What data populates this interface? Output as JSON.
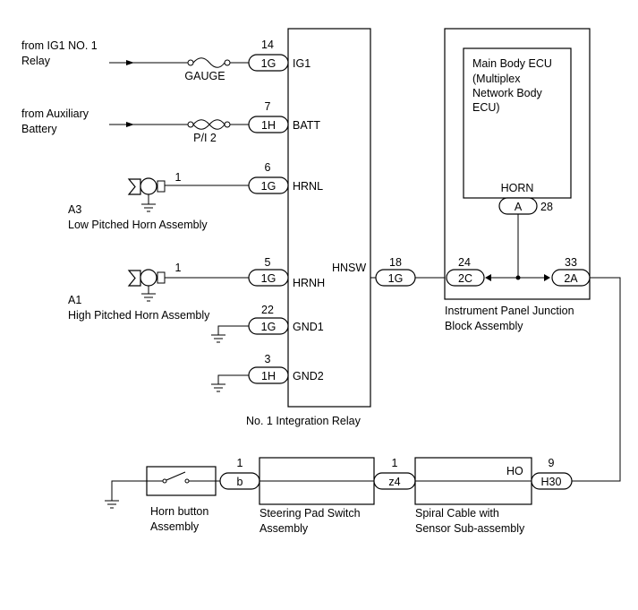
{
  "sources": {
    "ig1": [
      "from IG1 NO. 1",
      "Relay"
    ],
    "battery": [
      "from Auxiliary",
      "Battery"
    ]
  },
  "fuses": {
    "gauge": "GAUGE",
    "pi2": "P/I 2"
  },
  "relay": {
    "name": "No. 1 Integration Relay",
    "terminals": [
      {
        "pin": "14",
        "conn": "1G",
        "label": "IG1"
      },
      {
        "pin": "7",
        "conn": "1H",
        "label": "BATT"
      },
      {
        "pin": "6",
        "conn": "1G",
        "label": "HRNL"
      },
      {
        "pin": "5",
        "conn": "1G",
        "label": "HRNH"
      },
      {
        "pin": "22",
        "conn": "1G",
        "label": "GND1"
      },
      {
        "pin": "3",
        "conn": "1H",
        "label": "GND2"
      }
    ],
    "output": {
      "label": "HNSW",
      "pin": "18",
      "conn": "1G"
    }
  },
  "horns": {
    "low": {
      "pin": "1",
      "id": "A3",
      "name": "Low Pitched Horn Assembly"
    },
    "high": {
      "pin": "1",
      "id": "A1",
      "name": "High Pitched Horn Assembly"
    }
  },
  "ecu": {
    "name": [
      "Main Body ECU",
      "(Multiplex",
      "Network Body",
      "ECU)"
    ],
    "terminal": "HORN",
    "conn": "A",
    "pin": "28"
  },
  "junction": {
    "name": [
      "Instrument Panel Junction",
      "Block Assembly"
    ],
    "left": {
      "pin": "24",
      "conn": "2C"
    },
    "right": {
      "pin": "33",
      "conn": "2A"
    }
  },
  "bottom": {
    "horn_button": {
      "name": [
        "Horn button",
        "Assembly"
      ],
      "pin": "1",
      "conn": "b"
    },
    "steering_pad": {
      "name": [
        "Steering Pad Switch",
        "Assembly"
      ],
      "pin": "1",
      "conn": "z4"
    },
    "spiral_cable": {
      "name": [
        "Spiral Cable with",
        "Sensor Sub-assembly"
      ],
      "terminal": "HO",
      "pin": "9",
      "conn": "H30"
    }
  }
}
